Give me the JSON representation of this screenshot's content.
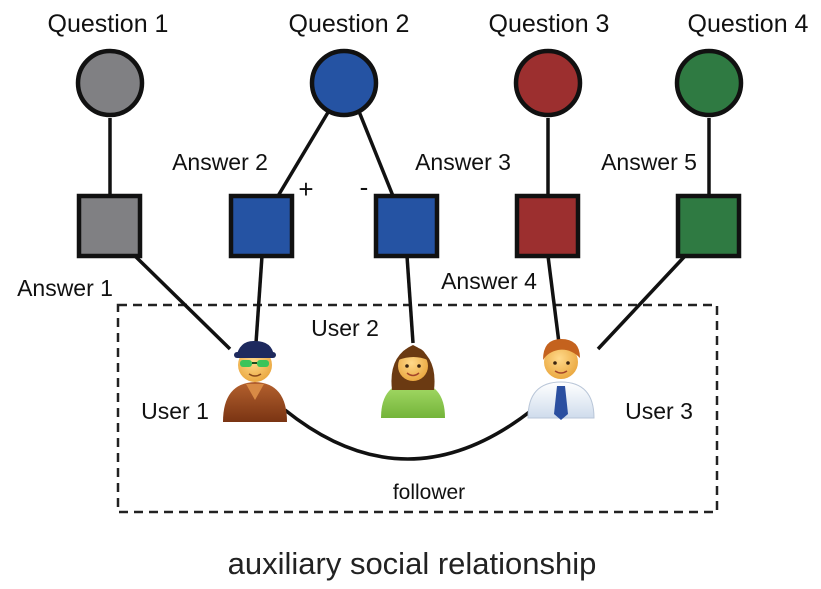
{
  "questions": [
    {
      "label": "Question 1",
      "color": "#808083"
    },
    {
      "label": "Question 2",
      "color": "#2553a3"
    },
    {
      "label": "Question 3",
      "color": "#9c2f2f"
    },
    {
      "label": "Question 4",
      "color": "#2f7a42"
    }
  ],
  "answers": [
    {
      "label": "Answer 1",
      "color": "#808083"
    },
    {
      "label": "Answer 2",
      "color": "#2553a3"
    },
    {
      "label": "Answer 3",
      "color": "#2553a3"
    },
    {
      "label": "Answer 4",
      "color": "#9c2f2f"
    },
    {
      "label": "Answer 5",
      "color": "#2f7a42"
    }
  ],
  "signs": {
    "plus": "+",
    "minus": "-"
  },
  "users": [
    {
      "label": "User 1",
      "icon": "man-with-cap-sunglasses"
    },
    {
      "label": "User 2",
      "icon": "woman"
    },
    {
      "label": "User 3",
      "icon": "man-with-tie"
    }
  ],
  "follower_label": "follower",
  "caption": "auxiliary social relationship"
}
